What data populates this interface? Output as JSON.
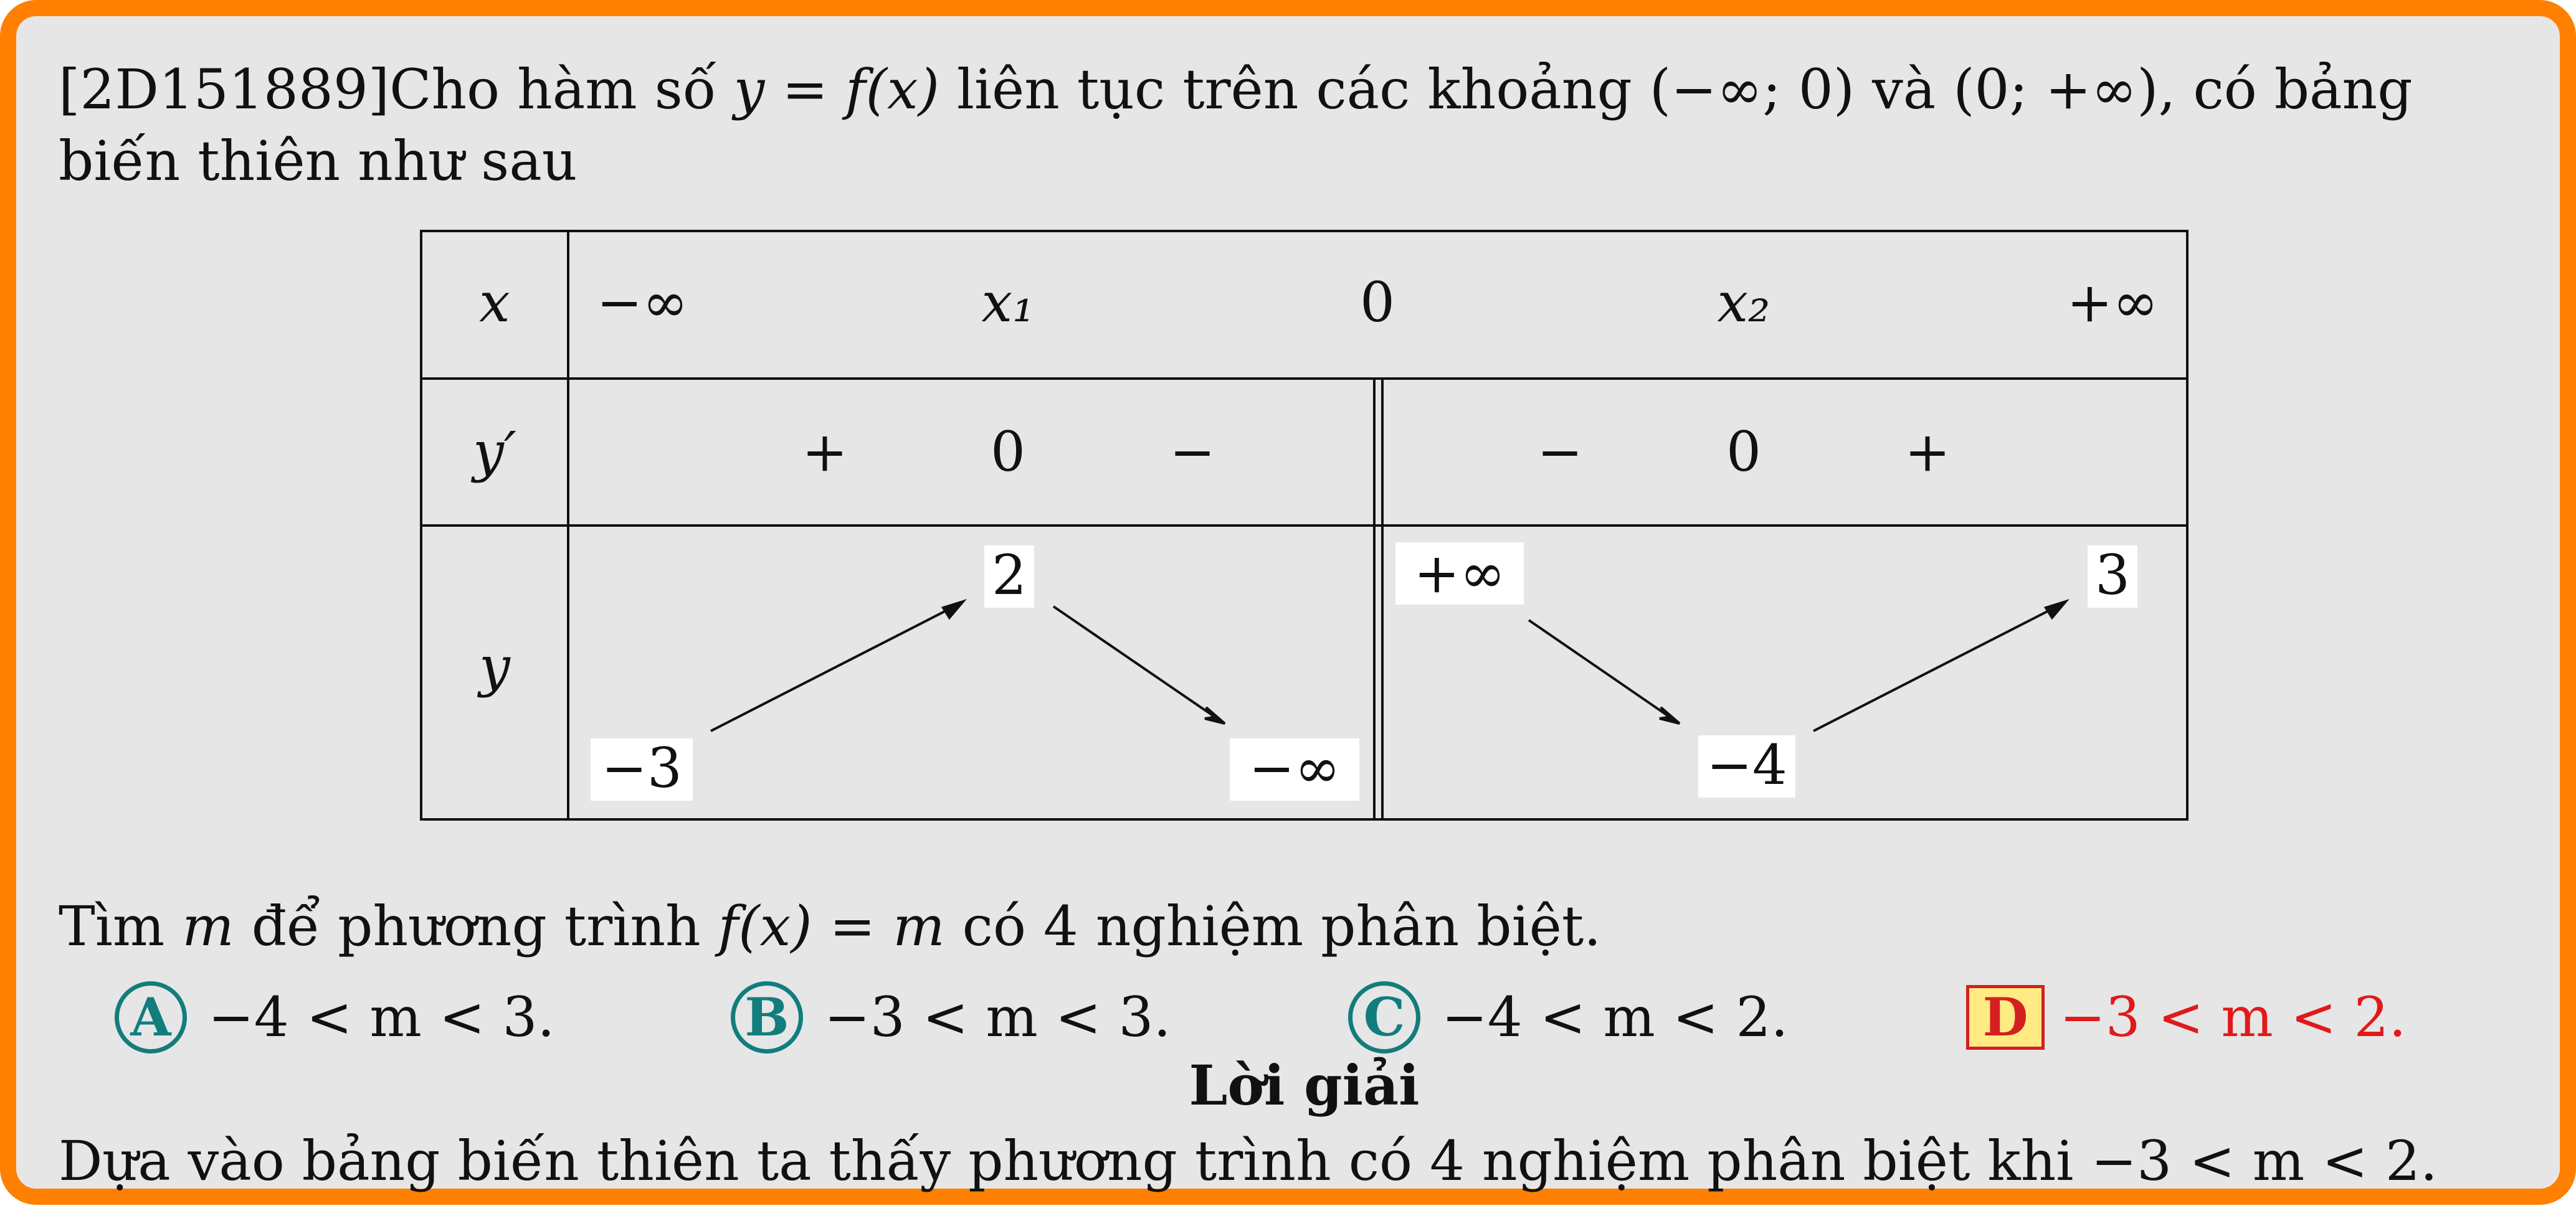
{
  "question": {
    "code": "[2D151889]",
    "text_1": "Cho hàm số ",
    "text_2": "y = f(x)",
    "text_3": " liên tục trên các khoảng (−∞; 0) và (0; +∞), có bảng biến thiên như sau"
  },
  "variation_table": {
    "row_labels": [
      "x",
      "y′",
      "y"
    ],
    "x_values": [
      "−∞",
      "x₁",
      "0",
      "x₂",
      "+∞"
    ],
    "derivative_signs": [
      "+",
      "0",
      "−",
      "−",
      "0",
      "+"
    ],
    "y_values": {
      "left_start": "−3",
      "left_max": "2",
      "left_end": "−∞",
      "right_start": "+∞",
      "right_min": "−4",
      "right_end": "3"
    }
  },
  "prompt": {
    "text_1": "Tìm ",
    "var": "m",
    "text_2": " để phương trình ",
    "eq": "f(x) = m",
    "text_3": " có 4 nghiệm phân biệt."
  },
  "choices": [
    {
      "letter": "A",
      "text": "−4 < m < 3.",
      "correct": false
    },
    {
      "letter": "B",
      "text": "−3 < m < 3.",
      "correct": false
    },
    {
      "letter": "C",
      "text": "−4 < m < 2.",
      "correct": false
    },
    {
      "letter": "D",
      "text": "−3 < m < 2.",
      "correct": true
    }
  ],
  "solution": {
    "title": "Lời giải",
    "text": "Dựa vào bảng biến thiên ta thấy phương trình có 4 nghiệm phân biệt khi −3 < m < 2."
  },
  "colors": {
    "frame": "#ff8000",
    "background": "#e6e6e6",
    "choice_teal": "#127d7d",
    "correct_red": "#e01a1a",
    "correct_box_fill": "#ffeb83"
  }
}
